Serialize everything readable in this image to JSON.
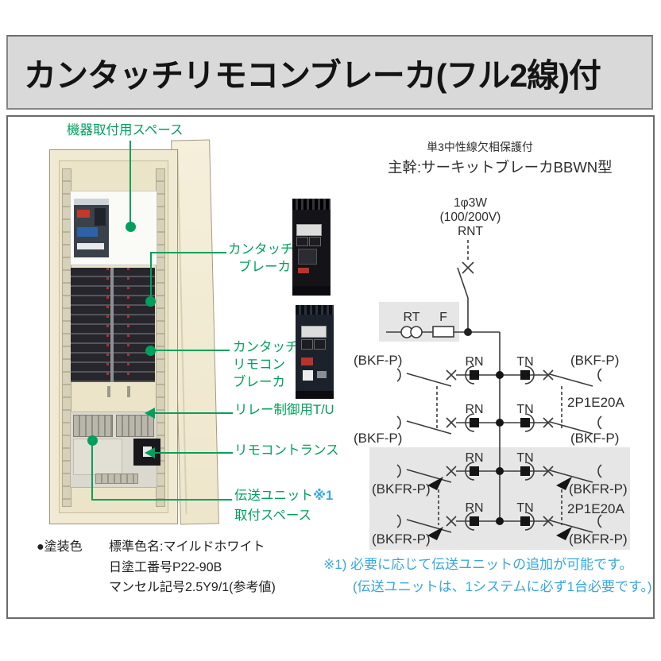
{
  "title": "カンタッチリモコンブレーカ(フル2線)付",
  "panel_callouts": {
    "equipment_space": "機器取付用スペース",
    "kantouch_breaker_l1": "カンタッチ",
    "kantouch_breaker_l2": "ブレーカ",
    "remote_breaker_l1": "カンタッチ",
    "remote_breaker_l2": "リモコン",
    "remote_breaker_l3": "ブレーカ",
    "relay_control": "リレー制御用T/U",
    "remote_transformer": "リモコントランス",
    "transmission_unit": "伝送ユニット",
    "transmission_ref": "※1",
    "transmission_space": "取付スペース"
  },
  "diagram": {
    "protection_note": "単3中性線欠相保護付",
    "main_breaker": "主幹:サーキットブレーカBBWN型",
    "supply_phase": "1φ3W",
    "supply_voltage": "(100/200V)",
    "supply_type": "RNT",
    "rt": "RT",
    "f": "F",
    "rn": "RN",
    "tn": "TN",
    "bkf": "(BKF-P)",
    "bkfr": "(BKFR-P)",
    "branch_rating": "2P1E20A"
  },
  "paint": {
    "bullet": "●",
    "label": "塗装色",
    "line1": "標準色名:マイルドホワイト",
    "line2": "日塗工番号P22-90B",
    "line3": "マンセル記号2.5Y9/1(参考値)"
  },
  "footnote": {
    "line1": "※1) 必要に応じて伝送ユニットの追加が可能です。",
    "line2": "(伝送ユニットは、1システムに必ず1台必要です。)"
  },
  "colors": {
    "callout_green": "#00a05c",
    "note_blue": "#38a8dc",
    "panel_cream": "#f1ead3",
    "title_bar_gray": "#d9d9d9"
  }
}
